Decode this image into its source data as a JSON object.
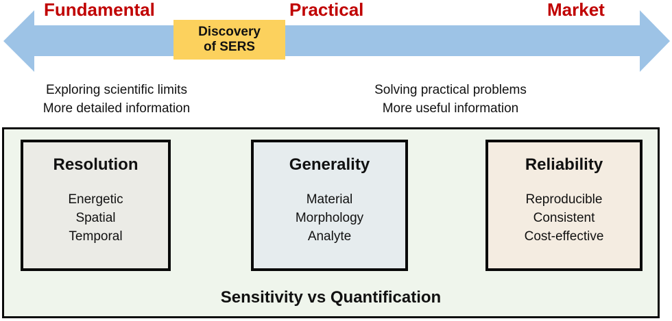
{
  "timeline": {
    "arrow_color": "#9dc3e6",
    "label_color": "#c00000",
    "stages": [
      "Fundamental",
      "Practical",
      "Market"
    ],
    "milestone": {
      "lines": [
        "Discovery",
        "of SERS"
      ],
      "color": "#fcd15d"
    }
  },
  "captions": {
    "left": [
      "Exploring scientific limits",
      "More detailed information"
    ],
    "right": [
      "Solving practical problems",
      "More useful information"
    ]
  },
  "pillars": [
    {
      "title": "Resolution",
      "items": [
        "Energetic",
        "Spatial",
        "Temporal"
      ],
      "color": "#ebebe6"
    },
    {
      "title": "Generality",
      "items": [
        "Material",
        "Morphology",
        "Analyte"
      ],
      "color": "#e6ecee"
    },
    {
      "title": "Reliability",
      "items": [
        "Reproducible",
        "Consistent",
        "Cost-effective"
      ],
      "color": "#f4ece1"
    }
  ],
  "container": {
    "background": "#eff5ec",
    "bottom_label": "Sensitivity vs Quantification"
  }
}
